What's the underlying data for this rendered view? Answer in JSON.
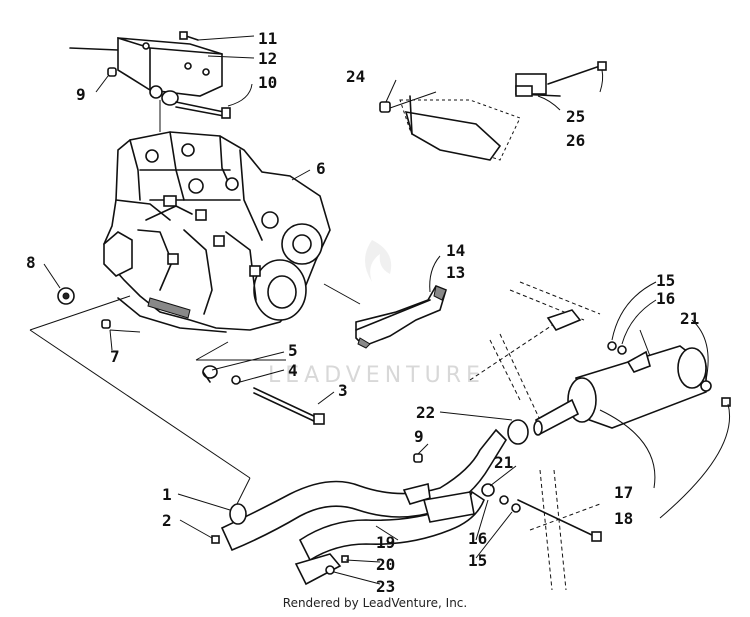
{
  "diagram": {
    "watermark": "LEADVENTURE",
    "credit": "Rendered by LeadVenture, Inc.",
    "callouts": [
      "1",
      "2",
      "3",
      "4",
      "5",
      "6",
      "7",
      "8",
      "9",
      "9",
      "10",
      "11",
      "12",
      "13",
      "14",
      "15",
      "15",
      "16",
      "16",
      "17",
      "18",
      "19",
      "20",
      "21",
      "21",
      "22",
      "23",
      "24",
      "25",
      "26"
    ]
  }
}
